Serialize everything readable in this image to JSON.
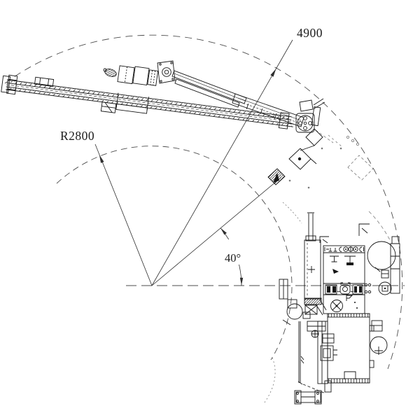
{
  "drawing": {
    "title": "drill-rig-turning-clearance-top-view",
    "annotations": {
      "outer_radius_label": "4900",
      "inner_radius_label": "R2800",
      "angle_label": "40°"
    },
    "colors": {
      "line": "#161616",
      "dimension": "#2e2e2e",
      "arc": "#4d4d4d",
      "ghost": "#7a7a7a",
      "background": "#ffffff"
    }
  }
}
